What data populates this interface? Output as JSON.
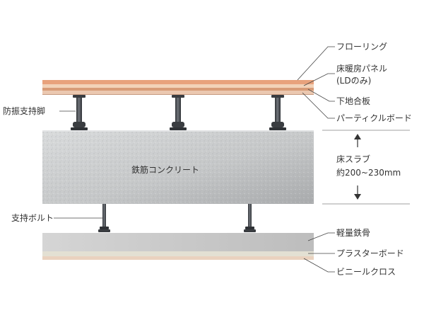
{
  "labels": {
    "flooring": "フローリング",
    "floor_heating_panel_line1": "床暖房パネル",
    "floor_heating_panel_line2": "(LDのみ)",
    "subfloor_plywood": "下地合板",
    "particle_board": "パーティクルボード",
    "vibration_isolation_leg": "防振支持脚",
    "concrete": "鉄筋コンクリート",
    "floor_slab": "床スラブ",
    "slab_thickness": "約200~230mm",
    "support_bolt": "支持ボルト",
    "light_steel_frame": "軽量鉄骨",
    "plasterboard": "プラスターボード",
    "vinyl_cloth": "ビニールクロス"
  },
  "colors": {
    "flooring": "#e8a27c",
    "flooring_top": "#f6c9a8",
    "heating_panel": "#f4d5bd",
    "plywood": "#d9a07c",
    "particle_board": "#e9c6ae",
    "steel": "#4a4d52",
    "concrete_light": "#d2d4d5",
    "concrete_dark": "#b4b6b8",
    "ceiling_steel": "#cbcbcb",
    "plasterboard": "#e5e2d6",
    "vinyl_cloth": "#e7cfbd",
    "leader_line": "#444444"
  }
}
